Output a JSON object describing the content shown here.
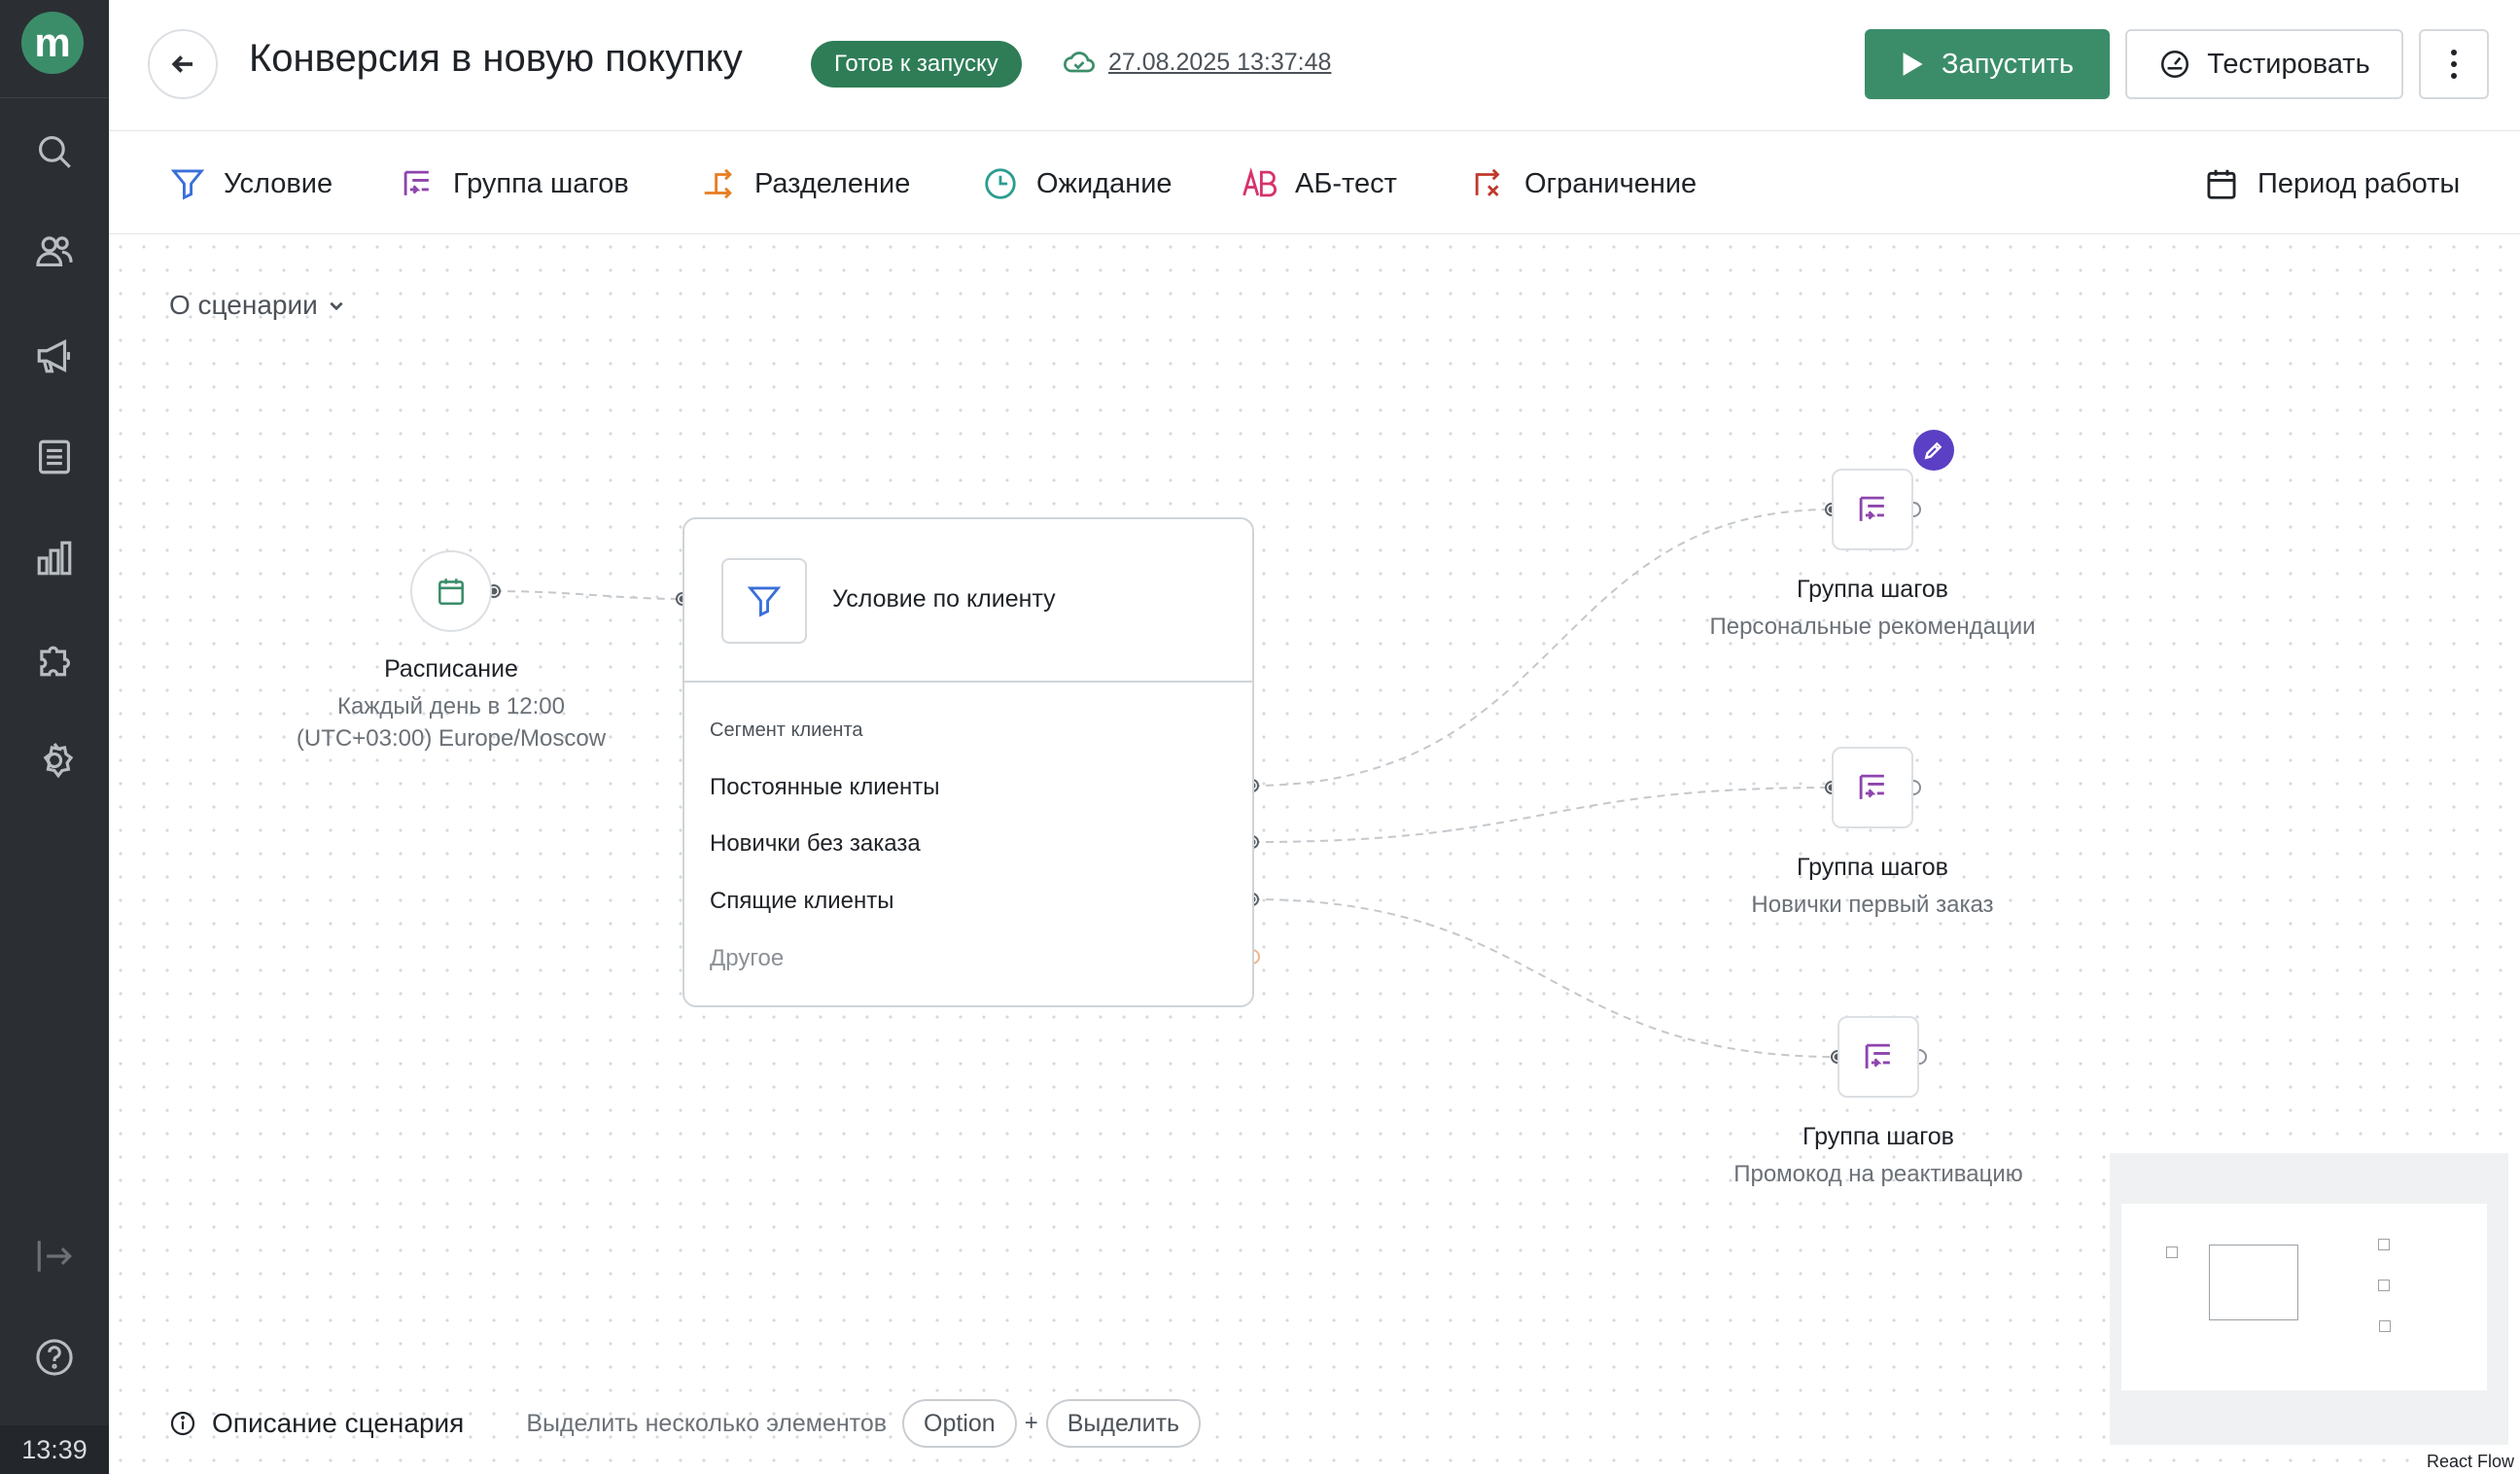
{
  "sidebar": {
    "logo": "m",
    "items": [
      {
        "icon": "search-icon"
      },
      {
        "icon": "users-icon"
      },
      {
        "icon": "megaphone-icon"
      },
      {
        "icon": "document-icon"
      },
      {
        "icon": "bar-chart-icon"
      },
      {
        "icon": "puzzle-icon"
      },
      {
        "icon": "gear-icon"
      }
    ],
    "bottom_items": [
      {
        "icon": "collapse-arrow-icon"
      },
      {
        "icon": "help-icon"
      }
    ],
    "clock": "13:39"
  },
  "header": {
    "title": "Конверсия в новую покупку",
    "status": "Готов к запуску",
    "saved_at": "27.08.2025 13:37:48",
    "run_label": "Запустить",
    "test_label": "Тестировать"
  },
  "toolbar": {
    "items": [
      {
        "label": "Условие",
        "icon": "filter-icon",
        "color": "#3a6fd8"
      },
      {
        "label": "Группа шагов",
        "icon": "step-group-icon",
        "color": "#8e44ad"
      },
      {
        "label": "Разделение",
        "icon": "split-icon",
        "color": "#e67e22"
      },
      {
        "label": "Ожидание",
        "icon": "clock-icon",
        "color": "#2a9d8f"
      },
      {
        "label": "АБ-тест",
        "icon": "ab-test-icon",
        "color": "#d6336c"
      },
      {
        "label": "Ограничение",
        "icon": "limit-icon",
        "color": "#c0392b"
      }
    ],
    "period_label": "Период работы"
  },
  "canvas": {
    "about_label": "О сценарии",
    "schedule": {
      "title": "Расписание",
      "line1": "Каждый день в 12:00",
      "line2": "(UTC+03:00) Europe/Moscow"
    },
    "condition": {
      "title": "Условие по клиенту",
      "section_label": "Сегмент клиента",
      "rows": [
        "Постоянные клиенты",
        "Новички без заказа",
        "Спящие клиенты",
        "Другое"
      ]
    },
    "step_groups": [
      {
        "title": "Группа шагов",
        "subtitle": "Персональные рекомендации"
      },
      {
        "title": "Группа шагов",
        "subtitle": "Новички первый заказ"
      },
      {
        "title": "Группа шагов",
        "subtitle": "Промокод на реактивацию"
      }
    ],
    "attribution": "React Flow"
  },
  "bottom": {
    "description_label": "Описание сценария",
    "hint": "Выделить несколько элементов",
    "key": "Option",
    "plus": "+",
    "action": "Выделить"
  },
  "colors": {
    "brand": "#3b8d6a",
    "status_badge": "#2e7d57",
    "rail": "#2b2f33",
    "edit_badge": "#5b3fc4"
  }
}
